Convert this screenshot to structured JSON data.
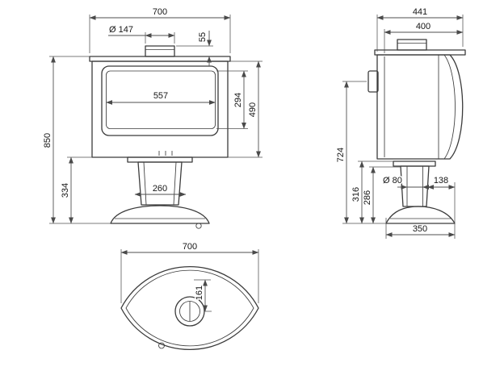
{
  "style": {
    "background": "#ffffff",
    "outline_color": "#3b3b3b",
    "dimension_line_color": "#4f4f4f",
    "text_color": "#161616",
    "arrow_color": "#4a4a4a"
  },
  "front_view": {
    "overall_width": "700",
    "flue_diameter": "Ø 147",
    "collar_height": "55",
    "glass_width": "557",
    "glass_height": "294",
    "body_height": "490",
    "overall_height": "850",
    "pedestal_height": "334",
    "column_width": "260"
  },
  "side_view": {
    "overall_depth": "441",
    "body_depth": "400",
    "rear_flue_height": "724",
    "underside_height": "316",
    "air_inlet_height": "286",
    "air_inlet_diameter": "Ø 80",
    "inlet_to_front": "138",
    "base_depth": "350"
  },
  "top_view": {
    "overall_width": "700",
    "flue_offset": "161"
  }
}
